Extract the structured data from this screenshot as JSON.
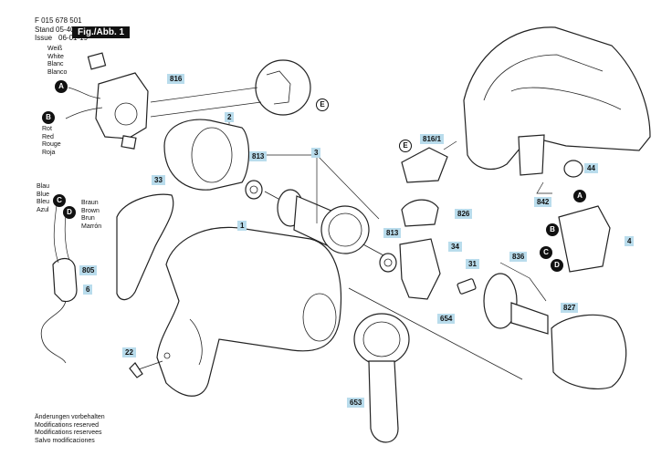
{
  "header": {
    "doc_number": "F 015 678 501",
    "stand_label": "Stand",
    "issue_label": "Issue",
    "stand_mark": "05-40",
    "date": "06-01-19",
    "figure_title": "Fig./Abb. 1"
  },
  "color_labels": {
    "white": [
      "Weiß",
      "White",
      "Blanc",
      "Blanco"
    ],
    "red": [
      "Rot",
      "Red",
      "Rouge",
      "Roja"
    ],
    "blue": [
      "Blau",
      "Blue",
      "Bleu",
      "Azul"
    ],
    "brown": [
      "Braun",
      "Brown",
      "Brun",
      "Marrón"
    ]
  },
  "part_labels": {
    "p816": "816",
    "p2": "2",
    "p813a": "813",
    "p3": "3",
    "p813b": "813",
    "p816_1": "816/1",
    "p826": "826",
    "p33": "33",
    "p1": "1",
    "p805": "805",
    "p6": "6",
    "p22": "22",
    "p34": "34",
    "p31": "31",
    "p836": "836",
    "p654": "654",
    "p827": "827",
    "p653": "653",
    "p842": "842",
    "p44": "44",
    "p4": "4"
  },
  "ref_markers": {
    "A": "A",
    "B": "B",
    "C": "C",
    "D": "D",
    "E": "E"
  },
  "footer": [
    "Änderungen vorbehalten",
    "Modifications reserved",
    "Modifications reservees",
    "Salvo modificaciones"
  ],
  "colors": {
    "label_bg": "#b9dcec",
    "ink": "#111111"
  }
}
